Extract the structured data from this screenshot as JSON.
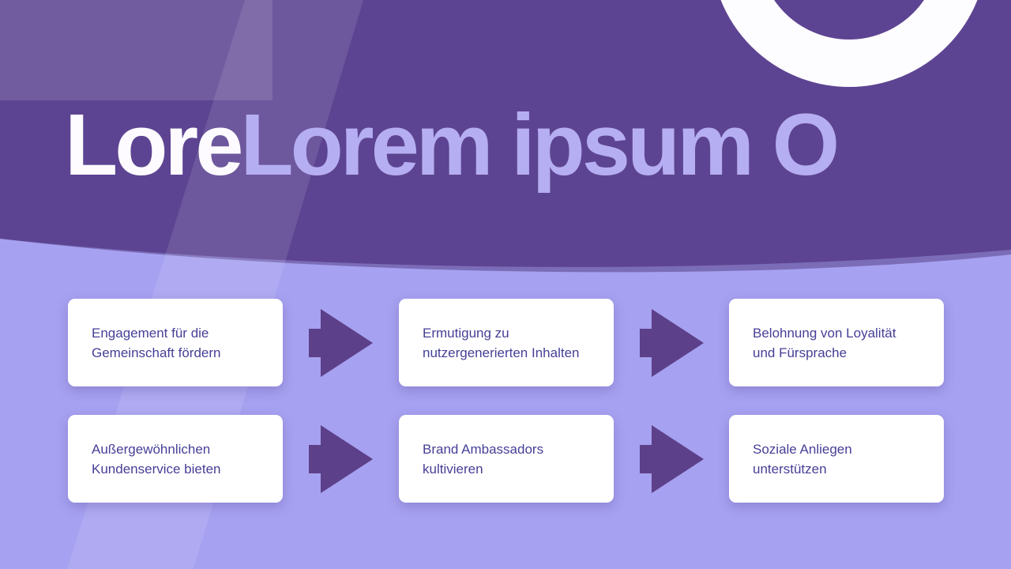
{
  "slide": {
    "title": {
      "highlight": "Lore",
      "rest": "Lorem ipsum O"
    },
    "steps": [
      {
        "text": "Engagement für die\nGemeinschaft fördern"
      },
      {
        "text": "Ermutigung zu\nnutzergenerierten Inhalten"
      },
      {
        "text": "Belohnung von Loyalität\nund Fürsprache"
      },
      {
        "text": "Außergewöhnlichen\nKundenservice bieten"
      },
      {
        "text": "Brand Ambassadors\nkultivieren"
      },
      {
        "text": "Soziale Anliegen\nunterstützen"
      }
    ]
  },
  "colors": {
    "page-bg": "#a6a1f0",
    "header-bg": "#5d4492",
    "header-band": "#7b6cb8",
    "header-panel": "rgba(255,255,255,0.13)",
    "stripe": "rgba(255,255,255,0.10)",
    "ring": "#fdfcff",
    "title-highlight": "#fdfbff",
    "title-rest": "#b6aef2",
    "card-bg": "#ffffff",
    "card-text": "#453f96",
    "arrow": "#5c4089"
  }
}
